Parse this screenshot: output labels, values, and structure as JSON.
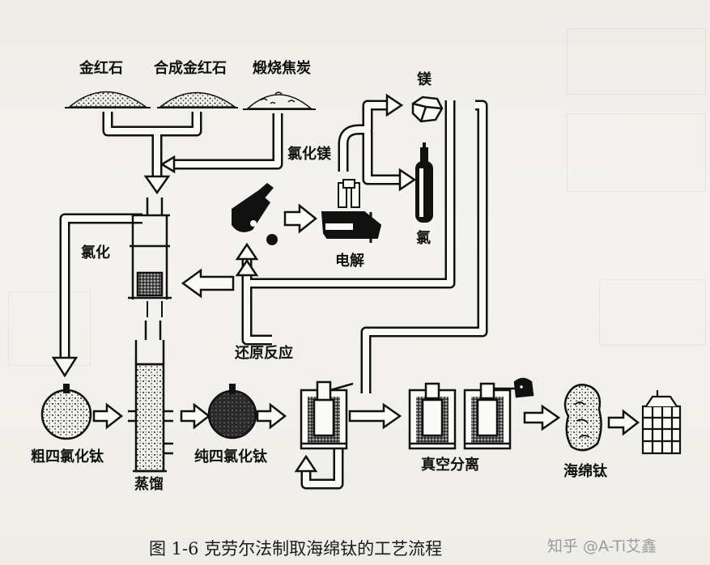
{
  "labels": {
    "rutile": "金红石",
    "synthetic_rutile": "合成金红石",
    "calcined_coke": "煅烧焦炭",
    "magnesium": "镁",
    "magnesium_chloride": "氯化镁",
    "chlorination": "氯化",
    "electrolysis": "电解",
    "chlorine": "氯",
    "reduction": "还原反应",
    "crude_ticl4": "粗四氯化钛",
    "distillation": "蒸馏",
    "pure_ticl4": "纯四氯化钛",
    "vacuum_separation": "真空分离",
    "titanium_sponge": "海绵钛"
  },
  "caption": "图 1-6   克劳尔法制取海绵钛的工艺流程",
  "watermark": "知乎 @A-Ti艾鑫"
}
